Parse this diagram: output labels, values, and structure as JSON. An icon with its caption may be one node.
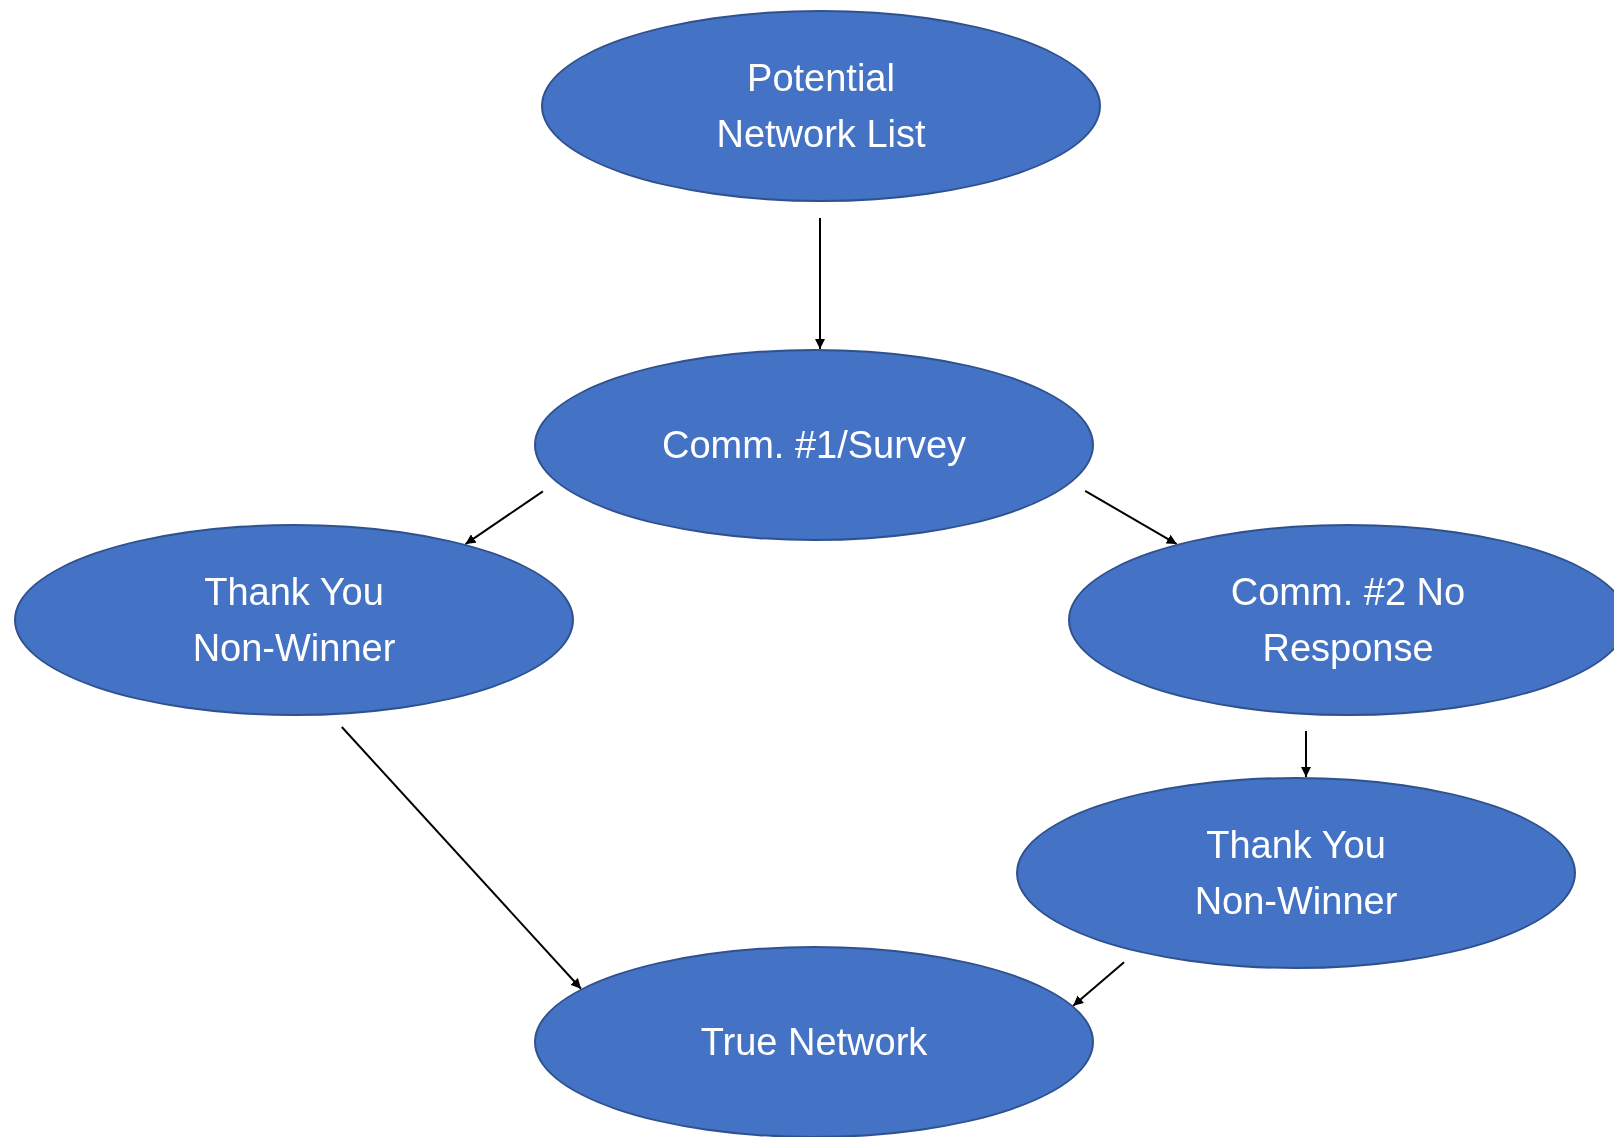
{
  "diagram": {
    "nodes": [
      {
        "text": [
          "Potential Network List"
        ]
      },
      {
        "text": [
          "Comm. #1/Survey"
        ]
      },
      {
        "text": [
          "Thank You Non-Winner"
        ]
      },
      {
        "text": [
          "Comm. #2 No Response"
        ]
      },
      {
        "text": [
          "Thank You Non-Winner"
        ]
      },
      {
        "text": [
          "True Network"
        ]
      }
    ],
    "edges": [
      {
        "from": 0,
        "to": 1,
        "arrow": "to"
      },
      {
        "from": 1,
        "to": 2,
        "arrow": "to"
      },
      {
        "from": 1,
        "to": 3,
        "arrow": "to"
      },
      {
        "from": 3,
        "to": 4,
        "arrow": "to"
      },
      {
        "from": 2,
        "to": 5,
        "arrow": "to"
      },
      {
        "from": 4,
        "to": 5,
        "arrow": "to"
      }
    ]
  }
}
